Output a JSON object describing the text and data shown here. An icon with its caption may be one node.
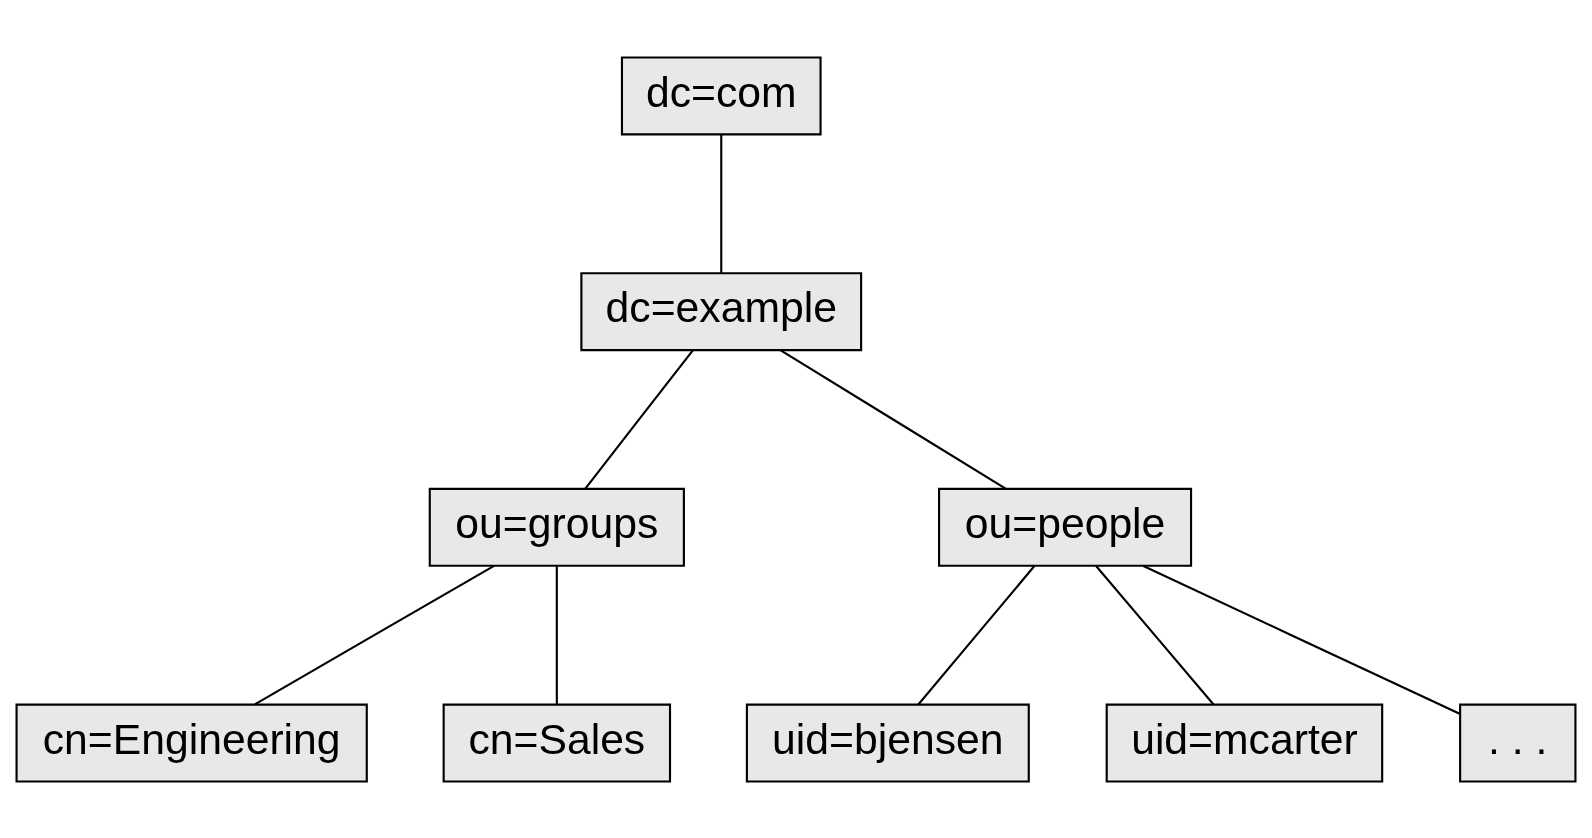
{
  "diagram": {
    "nodes": [
      {
        "text": [
          "dc=com"
        ]
      },
      {
        "text": [
          "dc=example"
        ]
      },
      {
        "text": [
          "ou=groups"
        ]
      },
      {
        "text": [
          "ou=people"
        ]
      },
      {
        "text": [
          "cn=Engineering"
        ]
      },
      {
        "text": [
          "cn=Sales"
        ]
      },
      {
        "text": [
          "uid=bjensen"
        ]
      },
      {
        "text": [
          "uid=mcarter"
        ]
      },
      {
        "text": [
          ". . ."
        ]
      }
    ],
    "edges": [
      {
        "from": 0,
        "to": 1,
        "arrow": "none"
      },
      {
        "from": 1,
        "to": 2,
        "arrow": "none"
      },
      {
        "from": 1,
        "to": 3,
        "arrow": "none"
      },
      {
        "from": 2,
        "to": 4,
        "arrow": "none"
      },
      {
        "from": 2,
        "to": 5,
        "arrow": "none"
      },
      {
        "from": 3,
        "to": 6,
        "arrow": "none"
      },
      {
        "from": 3,
        "to": 7,
        "arrow": "none"
      },
      {
        "from": 3,
        "to": 8,
        "arrow": "none"
      }
    ]
  }
}
